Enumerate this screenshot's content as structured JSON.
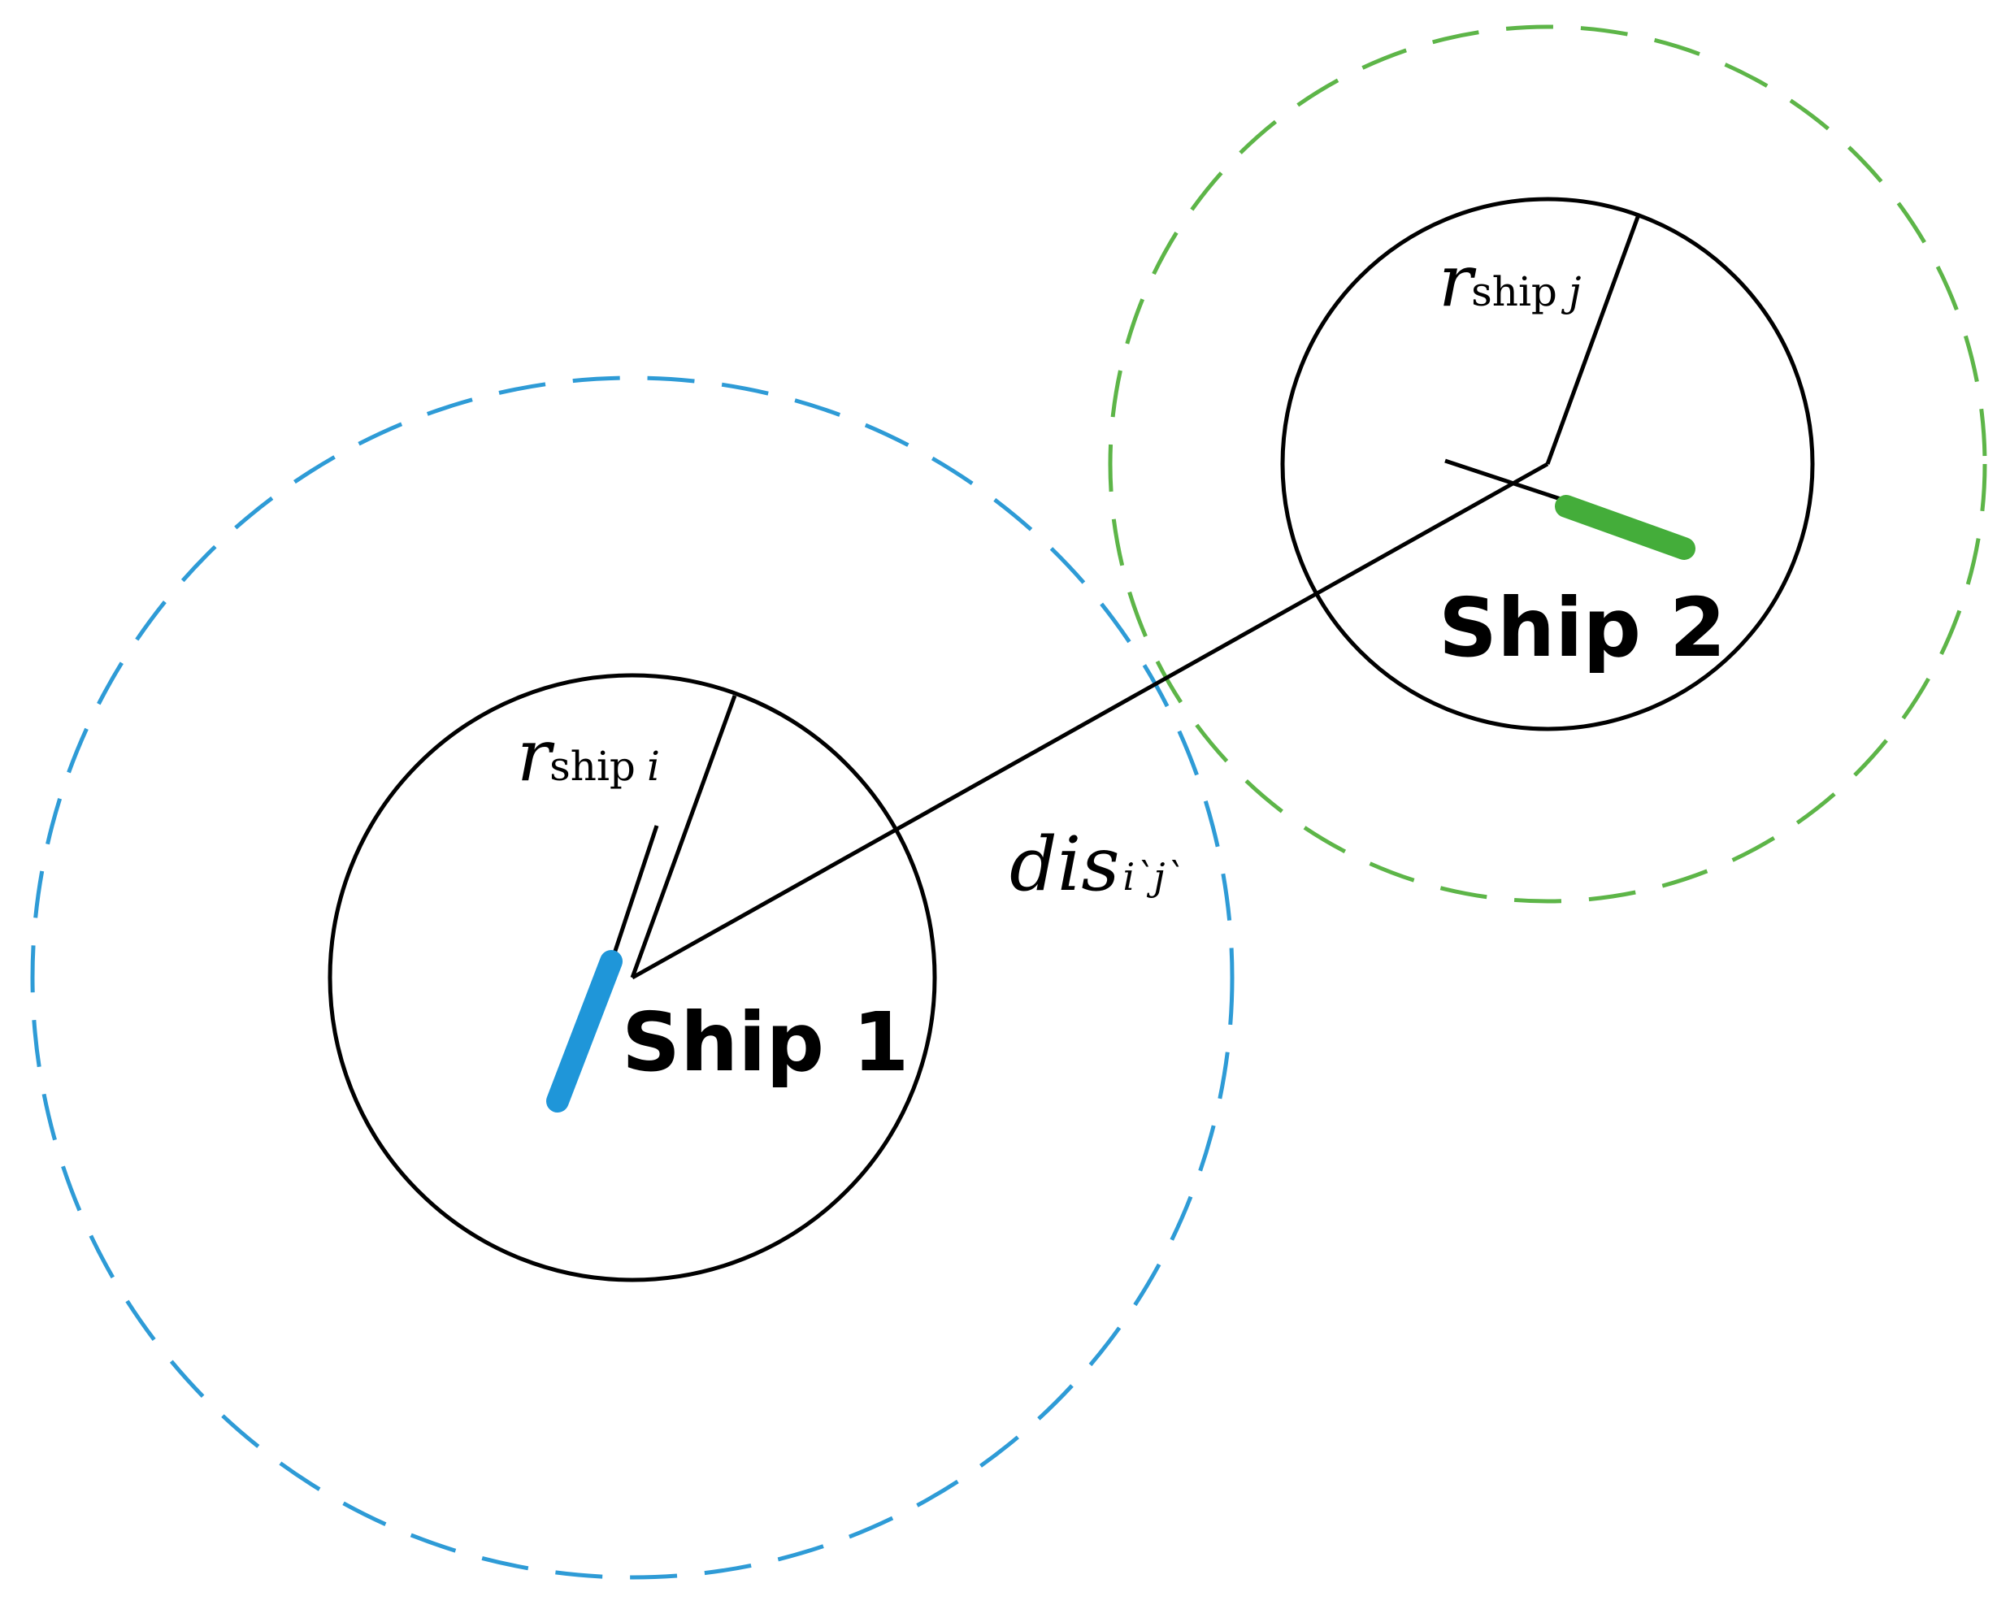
{
  "colors": {
    "ship1_zone": "#2E9BD6",
    "ship1_body": "#1F96D9",
    "ship2_zone": "#5DB548",
    "ship2_body": "#44AD3A",
    "line": "#000000"
  },
  "ship1": {
    "label": "Ship 1",
    "radius_symbol": "r",
    "radius_subscript": "ship",
    "radius_index": "i"
  },
  "ship2": {
    "label": "Ship 2",
    "radius_symbol": "r",
    "radius_subscript": "ship",
    "radius_index": "j"
  },
  "distance": {
    "symbol": "dis",
    "subscript": "i`j`"
  }
}
